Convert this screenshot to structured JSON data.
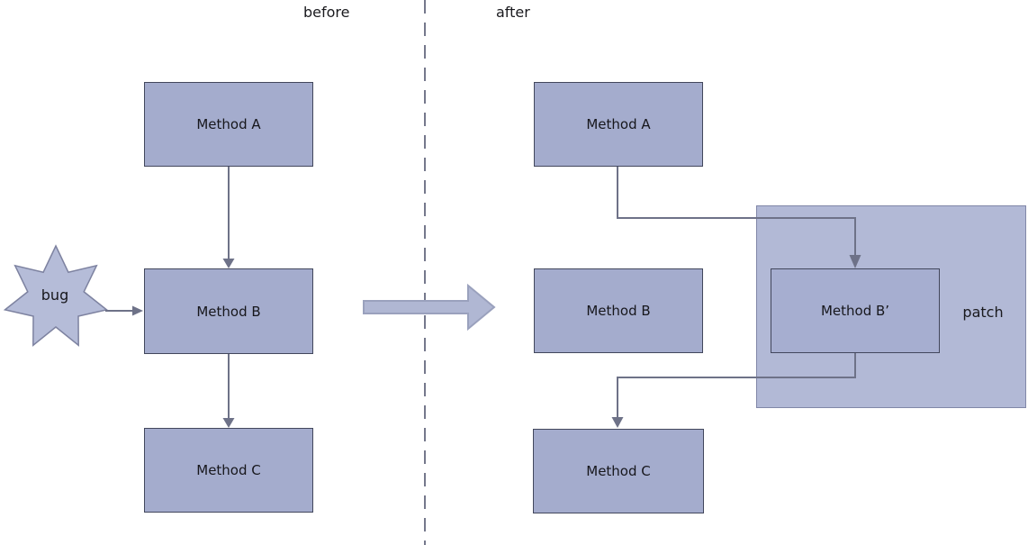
{
  "diagram": {
    "title_context": "method patching before/after diagram",
    "before": {
      "label": "before",
      "boxes": [
        {
          "label": "Method A"
        },
        {
          "label": "Method B"
        },
        {
          "label": "Method C"
        }
      ],
      "bug": {
        "label": "bug"
      }
    },
    "after": {
      "label": "after",
      "boxes": [
        {
          "label": "Method A"
        },
        {
          "label": "Method B"
        },
        {
          "label": "Method B’"
        },
        {
          "label": "Method C"
        }
      ],
      "patch": {
        "label": "patch"
      }
    },
    "colors": {
      "box_fill": "#a4accd",
      "box_border": "#42475c",
      "patch_fill": "#b2b9d6",
      "patch_border": "#8187a8",
      "star_fill": "#b5bcd8",
      "star_border": "#7d82a0",
      "big_arrow_fill": "#b0b7d3",
      "big_arrow_border": "#9aa1bd",
      "connector": "#6e7288",
      "divider": "#75788c",
      "text": "#17171c"
    }
  }
}
